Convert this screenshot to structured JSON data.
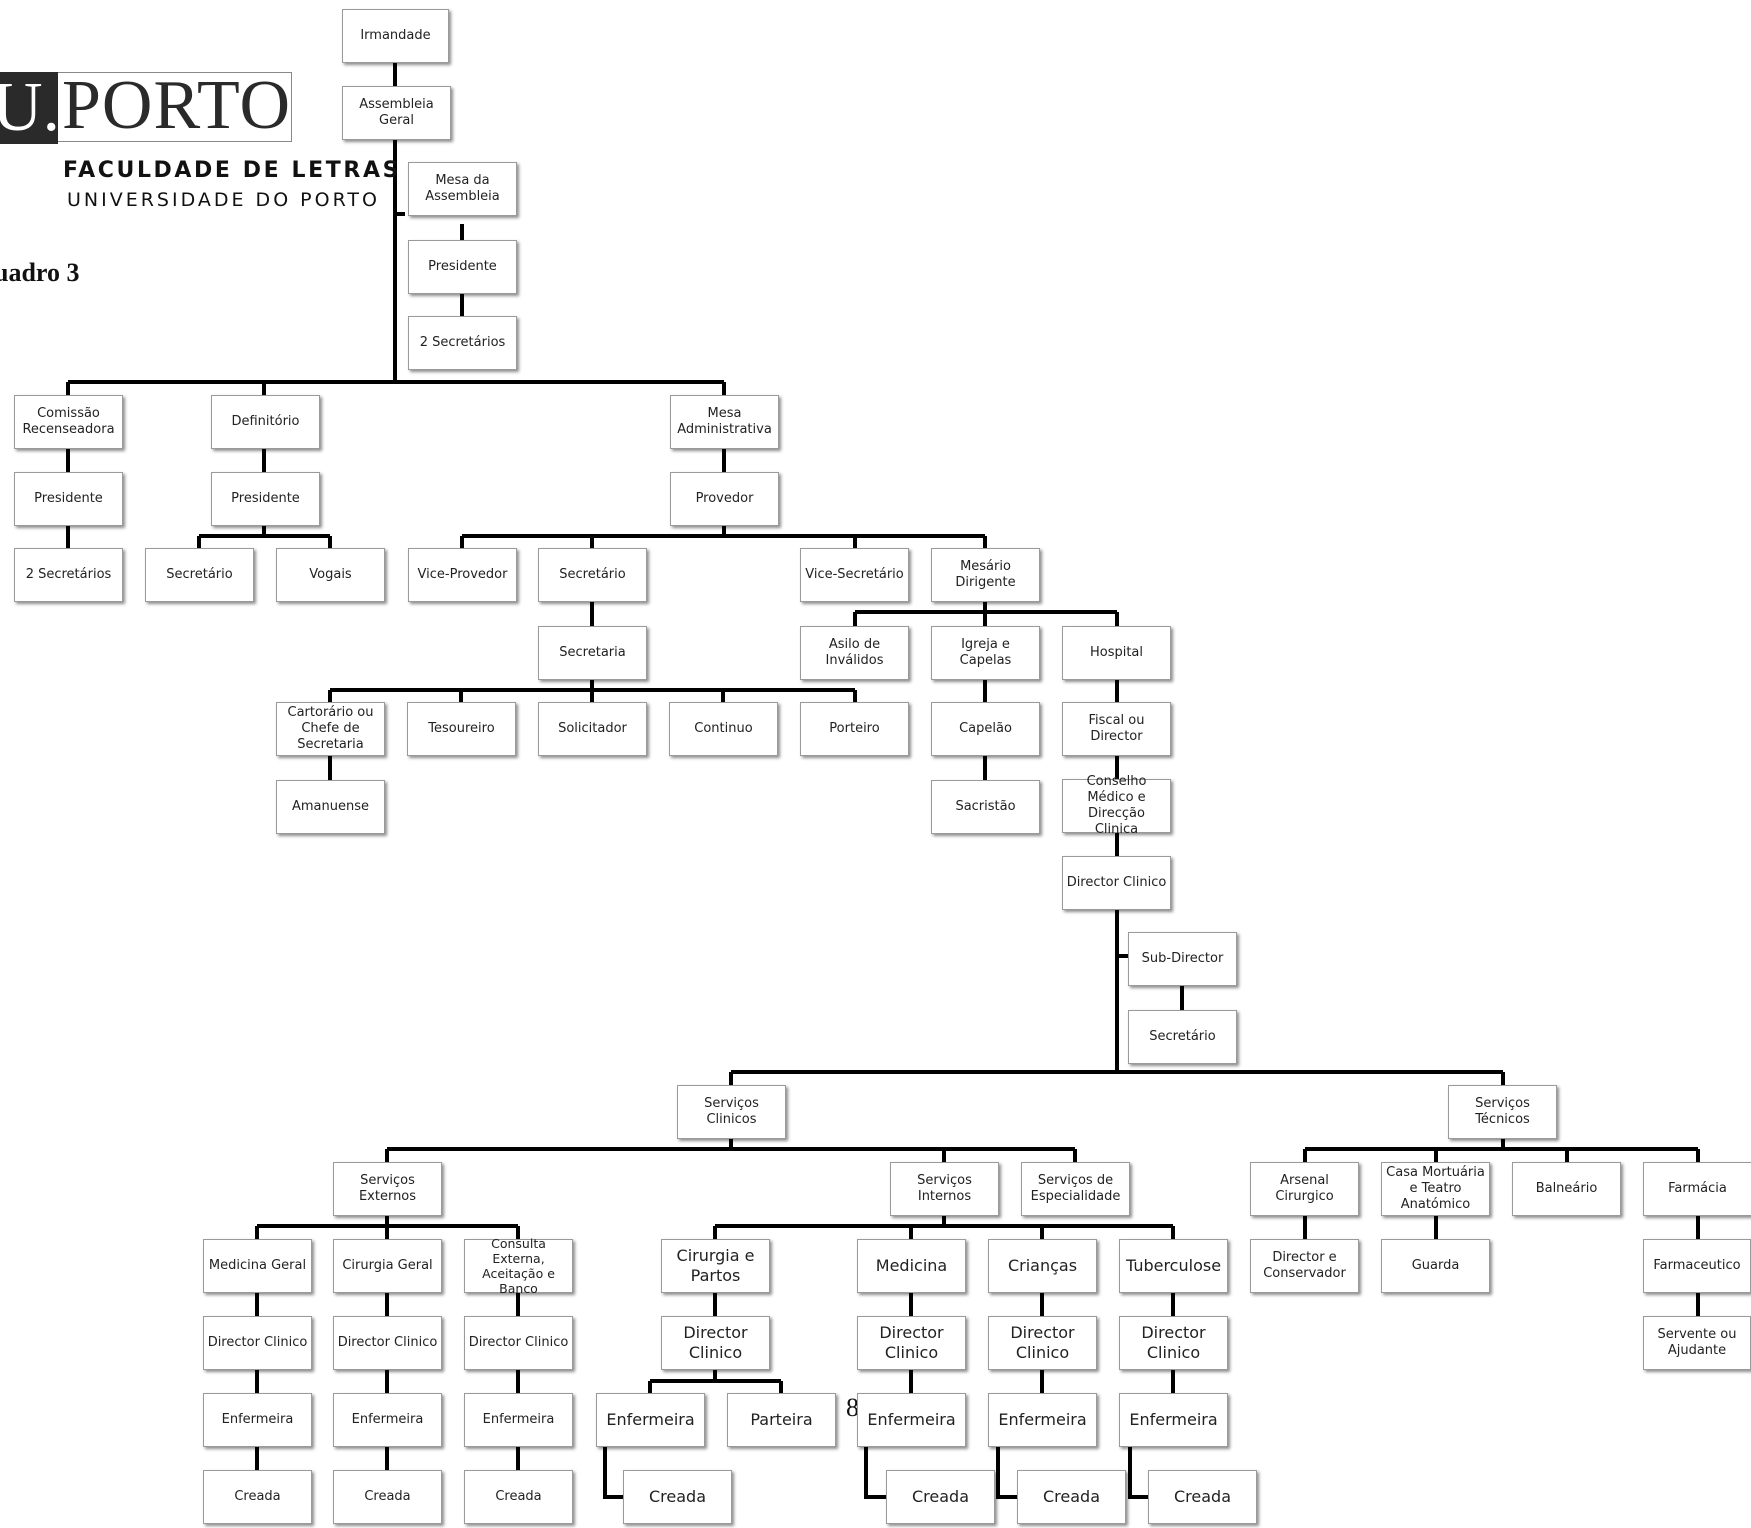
{
  "header": {
    "logo_u": "U.",
    "logo_porto": "PORTO",
    "faculty": "FACULDADE DE LETRAS",
    "university": "UNIVERSIDADE  DO PORTO",
    "caption": "uadro  3",
    "page_number": "8"
  },
  "org": {
    "irmandade": "Irmandade",
    "assembleia": "Assembleia Geral",
    "mesa_assembleia": "Mesa da Assembleia",
    "mesa_presidente": "Presidente",
    "mesa_secretarios": "2 Secretários",
    "comissao": "Comissão Recenseadora",
    "comissao_presidente": "Presidente",
    "comissao_secretarios": "2 Secretários",
    "definitorio": "Definitório",
    "definitorio_presidente": "Presidente",
    "definitorio_secretario": "Secretário",
    "definitorio_vogais": "Vogais",
    "mesa_admin": "Mesa Administrativa",
    "provedor": "Provedor",
    "vice_provedor": "Vice-Provedor",
    "secretario": "Secretário",
    "vice_secretario": "Vice-Secretário",
    "mesario": "Mesário Dirigente",
    "secretaria": "Secretaria",
    "cartorario": "Cartorário ou Chefe de Secretaria",
    "tesoureiro": "Tesoureiro",
    "solicitador": "Solicitador",
    "continuo": "Continuo",
    "porteiro": "Porteiro",
    "amanuense": "Amanuense",
    "asilo": "Asilo de Inválidos",
    "igreja": "Igreja e Capelas",
    "hospital": "Hospital",
    "capelao": "Capelão",
    "sacristao": "Sacristão",
    "fiscal": "Fiscal ou Director",
    "conselho": "Conselho Médico e Direcção Clinica",
    "director_clinico": "Director Clinico",
    "sub_director": "Sub-Director",
    "hosp_secretario": "Secretário",
    "servicos_clinicos": "Serviços Clinicos",
    "servicos_tecnicos": "Serviços Técnicos",
    "servicos_externos": "Serviços Externos",
    "servicos_internos": "Serviços Internos",
    "servicos_especialidade": "Serviços de Especialidade",
    "medicina_geral": "Medicina Geral",
    "cirurgia_geral": "Cirurgia Geral",
    "consulta_externa": "Consulta Externa, Aceitação e Banco",
    "cirurgia_partos": "Cirurgia e Partos",
    "medicina": "Medicina",
    "criancas": "Crianças",
    "tuberculose": "Tuberculose",
    "arsenal": "Arsenal Cirurgico",
    "casa_mortuaria": "Casa Mortuária e Teatro Anatómico",
    "balneario": "Balneário",
    "farmacia": "Farmácia",
    "director_conservador": "Director e Conservador",
    "guarda": "Guarda",
    "farmaceutico": "Farmaceutico",
    "servente": "Servente ou Ajudante",
    "dir_clinico_label": "Director Clinico",
    "enfermeira": "Enfermeira",
    "creada": "Creada",
    "parteira": "Parteira"
  }
}
